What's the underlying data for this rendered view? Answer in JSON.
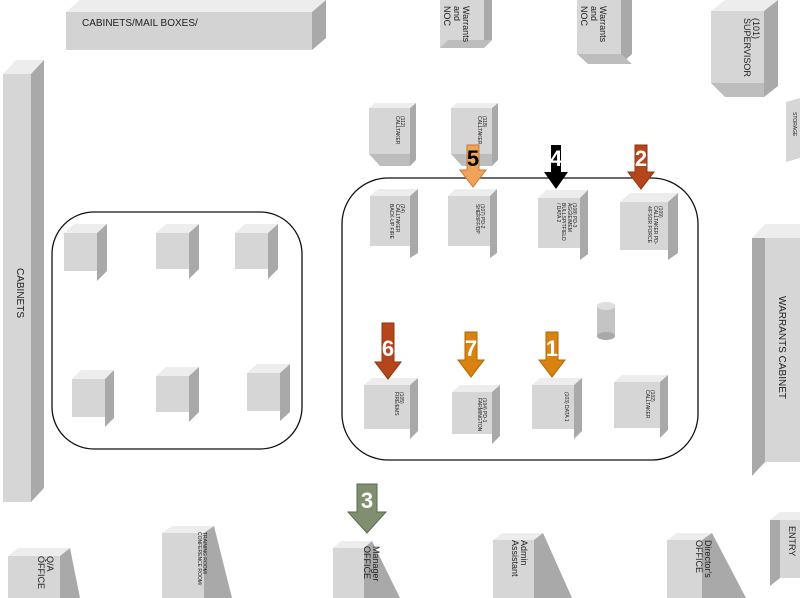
{
  "labels": {
    "cabinets_mail": "CABINETS/MAIL BOXES/",
    "cabinets": "CABINETS",
    "warrants_cabinet": "WARRANTS CABINET",
    "noc_1": "Warrants and NOC",
    "noc_2": "Warrants and NOC",
    "supervisor": "(101) SUPERVISOR",
    "storage": "STORAGE",
    "calltaker_112": "(112) CALLTAKER",
    "calltaker_118": "(118) CALLTAKER",
    "desk_backup": "(24) CALLTAKER BACK-UP FIRE",
    "desk_sheriff": "(107) PD-2 SHERIFF/DP",
    "desk_aggie": "(108) PD-3 AGGIE/MEM BULLSPITFIELD / DATA 2",
    "desk_force": "(109) CALLTAKER PD-4/FSOR FORCE",
    "desk_fireems": "(105) FIRE/EMS",
    "desk_farmington": "(104) PD-1 FARMINGTON",
    "desk_data1": "(103) DATA 1",
    "desk_calltaker102": "(102) CALLTAKER",
    "q_a": "Q/A OFFICE",
    "training": "TRAINING ROOM/ CONFERENCE ROOM/",
    "manager": "Manager OFFICE",
    "admin": "Admin Assistant",
    "director": "Director's OFFICE",
    "entry": "ENTRY"
  },
  "markers": [
    {
      "num": "1",
      "color": "#d9820f"
    },
    {
      "num": "2",
      "color": "#b5461c"
    },
    {
      "num": "3",
      "color": "#7f8f6f"
    },
    {
      "num": "4",
      "color": "#000000"
    },
    {
      "num": "5",
      "color": "#f0a35a"
    },
    {
      "num": "6",
      "color": "#b5461c"
    },
    {
      "num": "7",
      "color": "#d9820f"
    }
  ]
}
